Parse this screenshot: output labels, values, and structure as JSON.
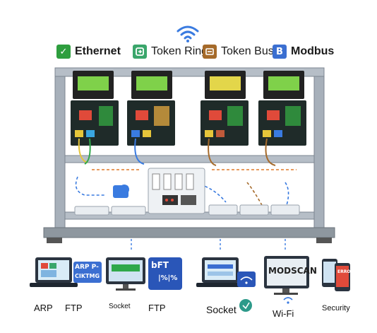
{
  "legend": {
    "ethernet": "Ethernet",
    "token_ring": "Token Ring",
    "token_bus": "Token Bus",
    "modbus": "Modbus",
    "modbus_badge": "B"
  },
  "colors": {
    "ethernet": "#2e9e3e",
    "token_ring": "#3aa66b",
    "token_bus": "#a56a2a",
    "modbus": "#3b6fd1",
    "frame": "#9aa3ad",
    "panel": "#1e2a2a"
  },
  "icons": [
    "wifi-icon",
    "check-icon",
    "token-ring-icon",
    "token-bus-icon"
  ],
  "devices": [
    {
      "label1": "ARP",
      "label2": "FTP",
      "screen_text1": "ARP P-",
      "screen_text2": "CIKTMG"
    },
    {
      "label1": "Socket",
      "label2": "FTP",
      "screen_text1": "bFT",
      "screen_text2": "|%|%"
    },
    {
      "label1": "Socket",
      "label2": "",
      "screen_text1": "",
      "screen_text2": ""
    },
    {
      "label1": "Wi-Fi",
      "label2": "",
      "screen_text1": "MODSCAN",
      "screen_text2": ""
    },
    {
      "label1": "Security",
      "label2": "",
      "screen_text1": "ERROR",
      "screen_text2": ""
    }
  ]
}
